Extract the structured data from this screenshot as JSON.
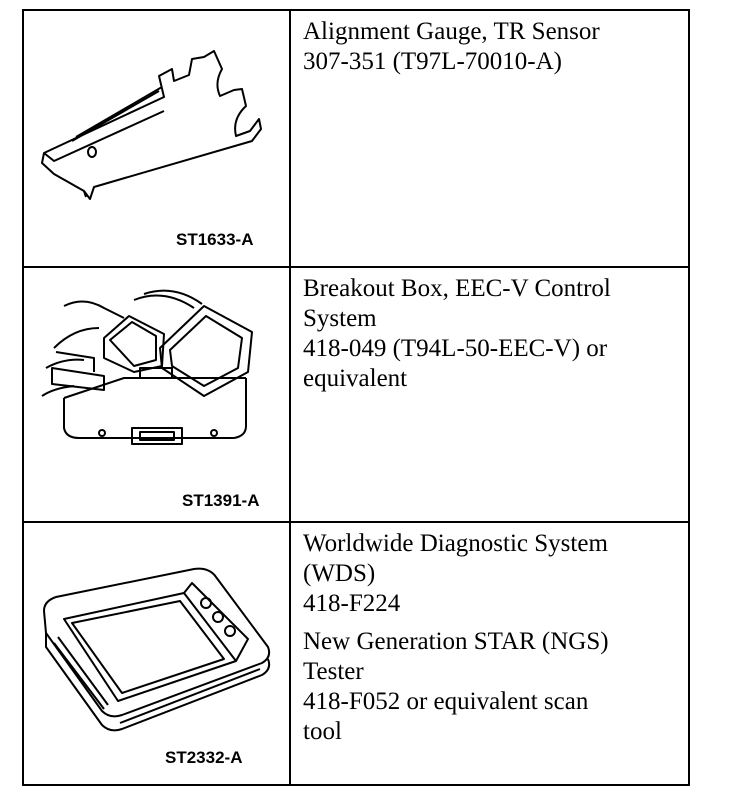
{
  "rows": [
    {
      "figure_id": "ST1633-A",
      "image": "alignment-gauge-illustration",
      "description_lines": [
        "Alignment Gauge, TR Sensor",
        "307-351 (T97L-70010-A)"
      ]
    },
    {
      "figure_id": "ST1391-A",
      "image": "breakout-box-illustration",
      "description_lines": [
        "Breakout Box, EEC-V Control",
        "System",
        "418-049 (T94L-50-EEC-V) or",
        "equivalent"
      ]
    },
    {
      "figure_id": "ST2332-A",
      "image": "diagnostic-tester-illustration",
      "description_lines": [
        "Worldwide Diagnostic System",
        "(WDS)",
        "418-F224"
      ],
      "description_lines_2": [
        "New Generation STAR (NGS)",
        "Tester",
        "418-F052 or equivalent scan",
        "tool"
      ]
    }
  ]
}
